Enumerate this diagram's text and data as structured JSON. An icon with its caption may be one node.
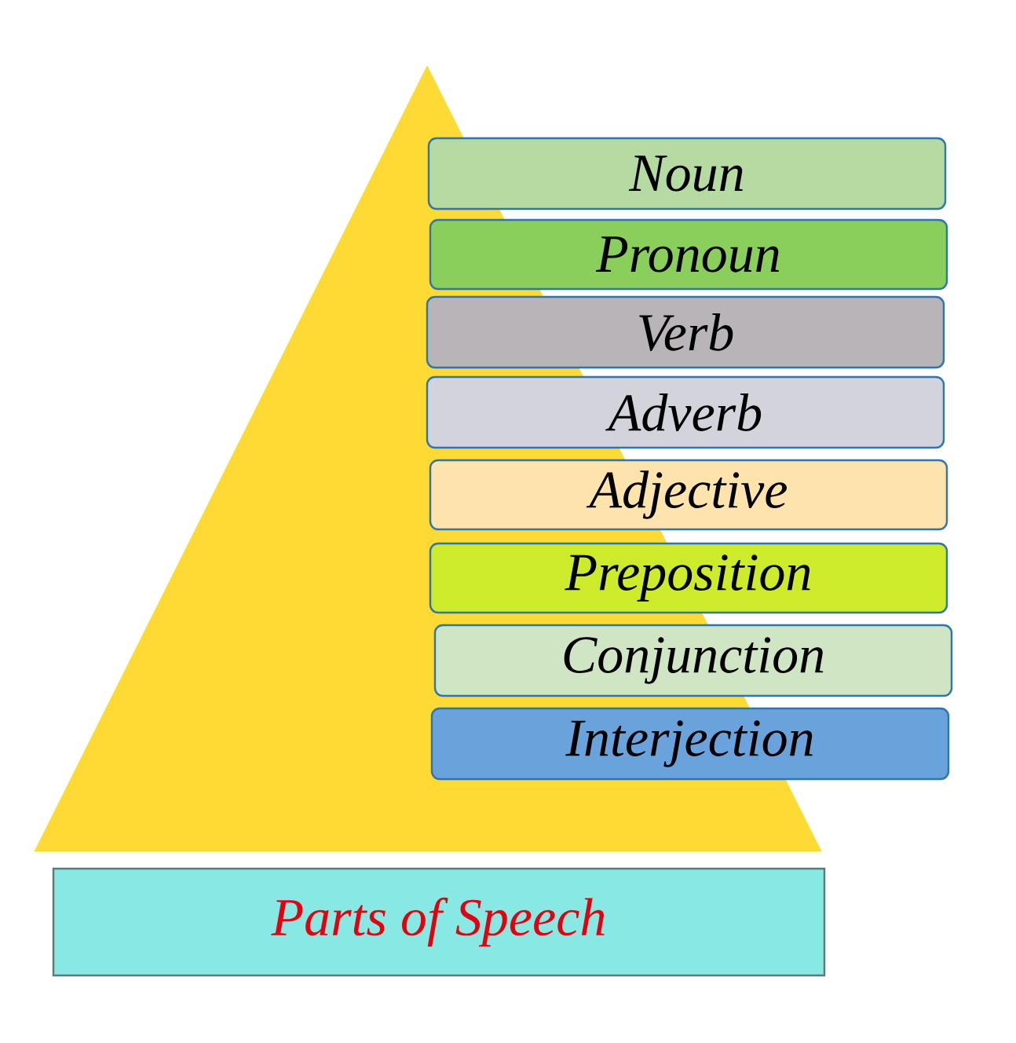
{
  "diagram": {
    "nodes": [
      {
        "text": [],
        "shape": "triangle"
      },
      {
        "text": [
          "Noun"
        ]
      },
      {
        "text": [
          "Pronoun"
        ]
      },
      {
        "text": [
          "Verb"
        ]
      },
      {
        "text": [
          "Adverb"
        ]
      },
      {
        "text": [
          "Adjective"
        ]
      },
      {
        "text": [
          "Preposition"
        ]
      },
      {
        "text": [
          "Conjunction"
        ]
      },
      {
        "text": [
          "Interjection"
        ]
      },
      {
        "text": [
          "Parts of Speech"
        ]
      }
    ]
  }
}
